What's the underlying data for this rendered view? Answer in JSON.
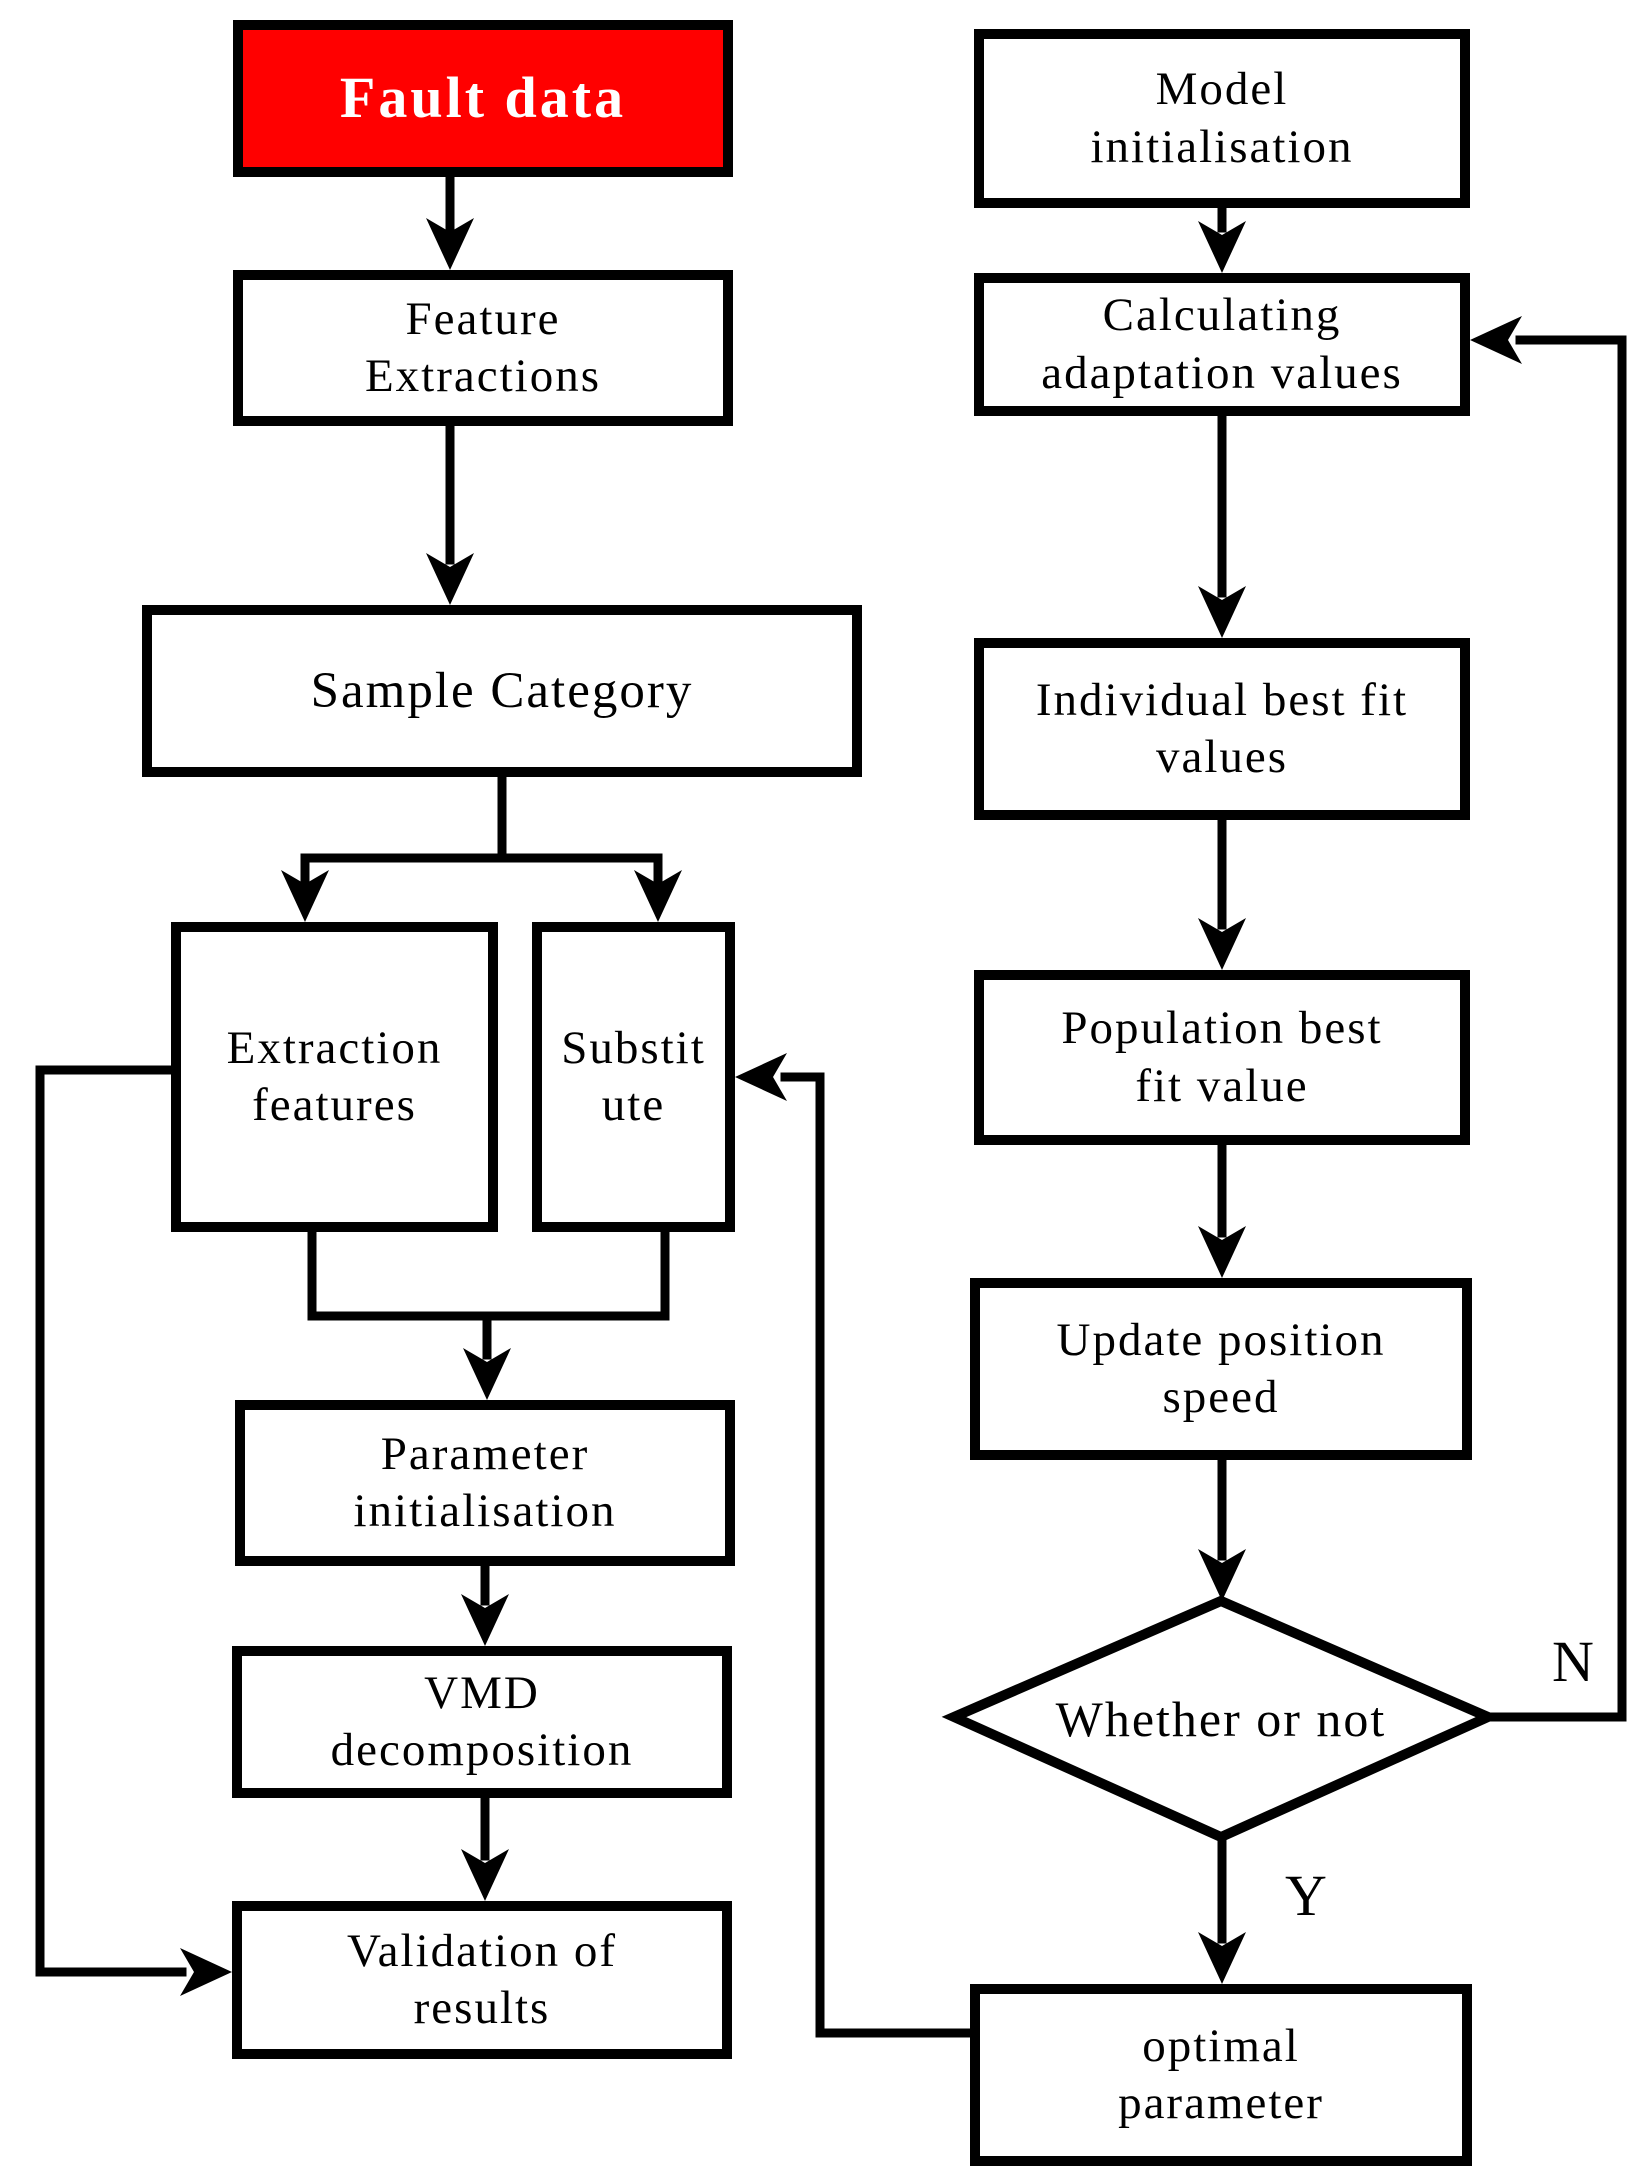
{
  "figure": {
    "type": "flowchart",
    "background": "#ffffff"
  },
  "colors": {
    "fault_box_fill": "#ff0000",
    "fault_box_text": "#ffffff",
    "box_fill": "#ffffff",
    "line": "#000000"
  },
  "nodes": {
    "fault_data": {
      "label": "Fault data",
      "shape": "rect",
      "fill": "#ff0000"
    },
    "feature_extractions": {
      "label": "Feature\nExtractions",
      "shape": "rect"
    },
    "sample_category": {
      "label": "Sample Category",
      "shape": "rect"
    },
    "extraction_features": {
      "label": "Extraction\nfeatures",
      "shape": "rect"
    },
    "substitute": {
      "label": "Substit\nute",
      "shape": "rect"
    },
    "parameter_initialisation": {
      "label": "Parameter\ninitialisation",
      "shape": "rect"
    },
    "vmd_decomposition": {
      "label": "VMD\ndecomposition",
      "shape": "rect"
    },
    "validation_of_results": {
      "label": "Validation of\nresults",
      "shape": "rect"
    },
    "model_initialisation": {
      "label": "Model\ninitialisation",
      "shape": "rect"
    },
    "calculating_adaptation_values": {
      "label": "Calculating\nadaptation values",
      "shape": "rect"
    },
    "individual_best_fit_values": {
      "label": "Individual best fit\nvalues",
      "shape": "rect"
    },
    "population_best_fit_value": {
      "label": "Population best\nfit value",
      "shape": "rect"
    },
    "update_position_speed": {
      "label": "Update position\nspeed",
      "shape": "rect"
    },
    "whether_or_not": {
      "label": "Whether or not",
      "shape": "diamond"
    },
    "optimal_parameter": {
      "label": "optimal\nparameter",
      "shape": "rect"
    }
  },
  "edge_labels": {
    "no": "N",
    "yes": "Y"
  }
}
